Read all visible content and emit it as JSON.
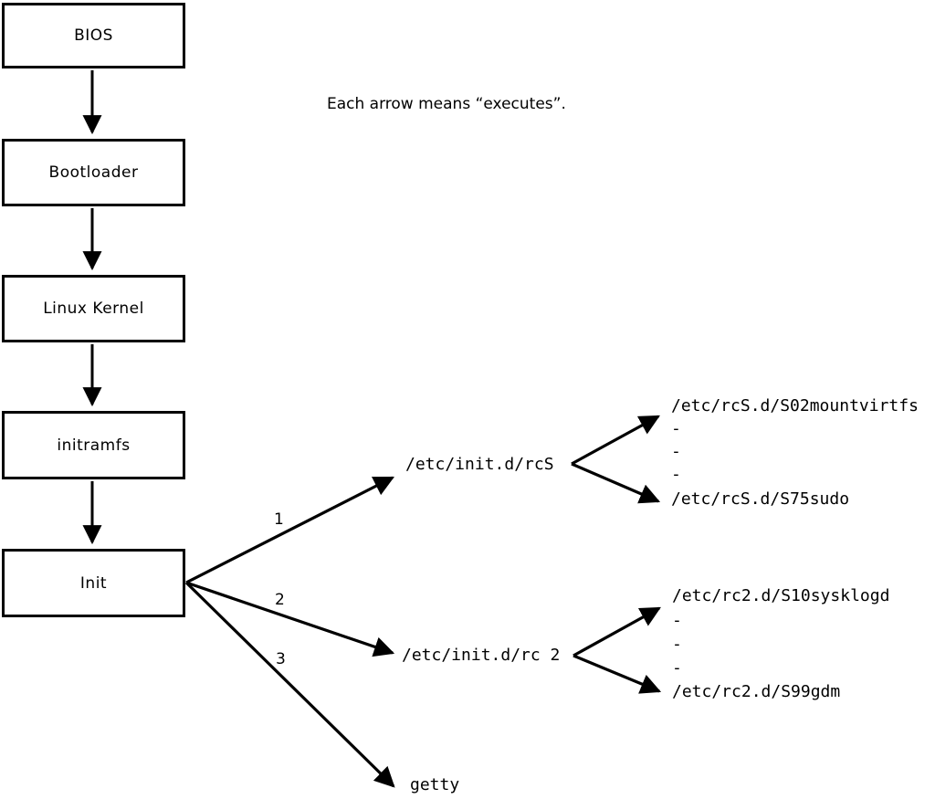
{
  "note": "Each arrow means “executes”.",
  "chain": [
    "BIOS",
    "Bootloader",
    "Linux Kernel",
    "initramfs",
    "Init"
  ],
  "colors": {
    "foreground": "#000000",
    "background": "#ffffff"
  },
  "branches": [
    {
      "num": "1",
      "target": "/etc/init.d/rcS",
      "leaves": [
        "/etc/rcS.d/S02mountvirtfs",
        "-",
        "-",
        "-",
        "/etc/rcS.d/S75sudo"
      ]
    },
    {
      "num": "2",
      "target": "/etc/init.d/rc 2",
      "leaves": [
        "/etc/rc2.d/S10sysklogd",
        "-",
        "-",
        "-",
        "/etc/rc2.d/S99gdm"
      ]
    },
    {
      "num": "3",
      "target": "getty"
    }
  ]
}
